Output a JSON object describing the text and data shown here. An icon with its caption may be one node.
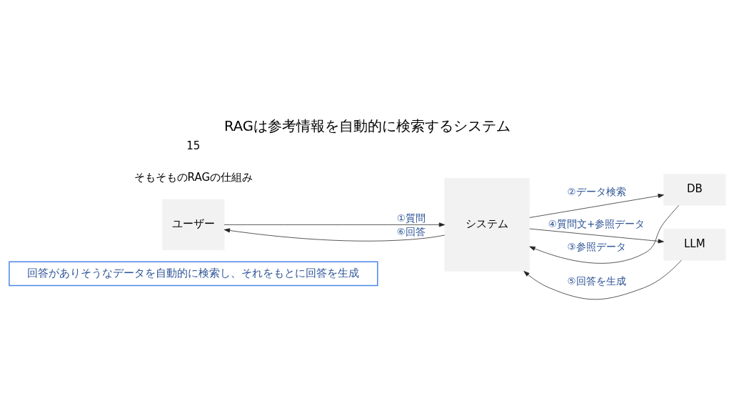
{
  "diagram": {
    "title": "RAGは参考情報を自動的に検索するシステム",
    "nodes": [
      {
        "text": [
          "回答がありそうなデータを自動的に検索し、それをもとに回答を生成"
        ]
      },
      {
        "text": [
          "ユーザー"
        ]
      },
      {
        "text": [
          "システム"
        ]
      },
      {
        "text": [
          "DB"
        ]
      },
      {
        "text": [
          "LLM"
        ]
      }
    ],
    "edges": [
      {
        "from": 1,
        "to": 2,
        "arrow": "to",
        "label": "①質問"
      },
      {
        "from": 2,
        "to": 1,
        "arrow": "to",
        "label": "⑥回答"
      },
      {
        "from": 2,
        "to": 3,
        "arrow": "to",
        "label": "②データ検索"
      },
      {
        "from": 3,
        "to": 2,
        "arrow": "to",
        "label": "③参照データ"
      },
      {
        "from": 2,
        "to": 4,
        "arrow": "to",
        "label": "④質問文+参照データ"
      },
      {
        "from": 4,
        "to": 2,
        "arrow": "to",
        "label": "⑤回答を生成"
      }
    ],
    "labels": [
      "そもそものRAGの仕組み",
      "15"
    ]
  }
}
